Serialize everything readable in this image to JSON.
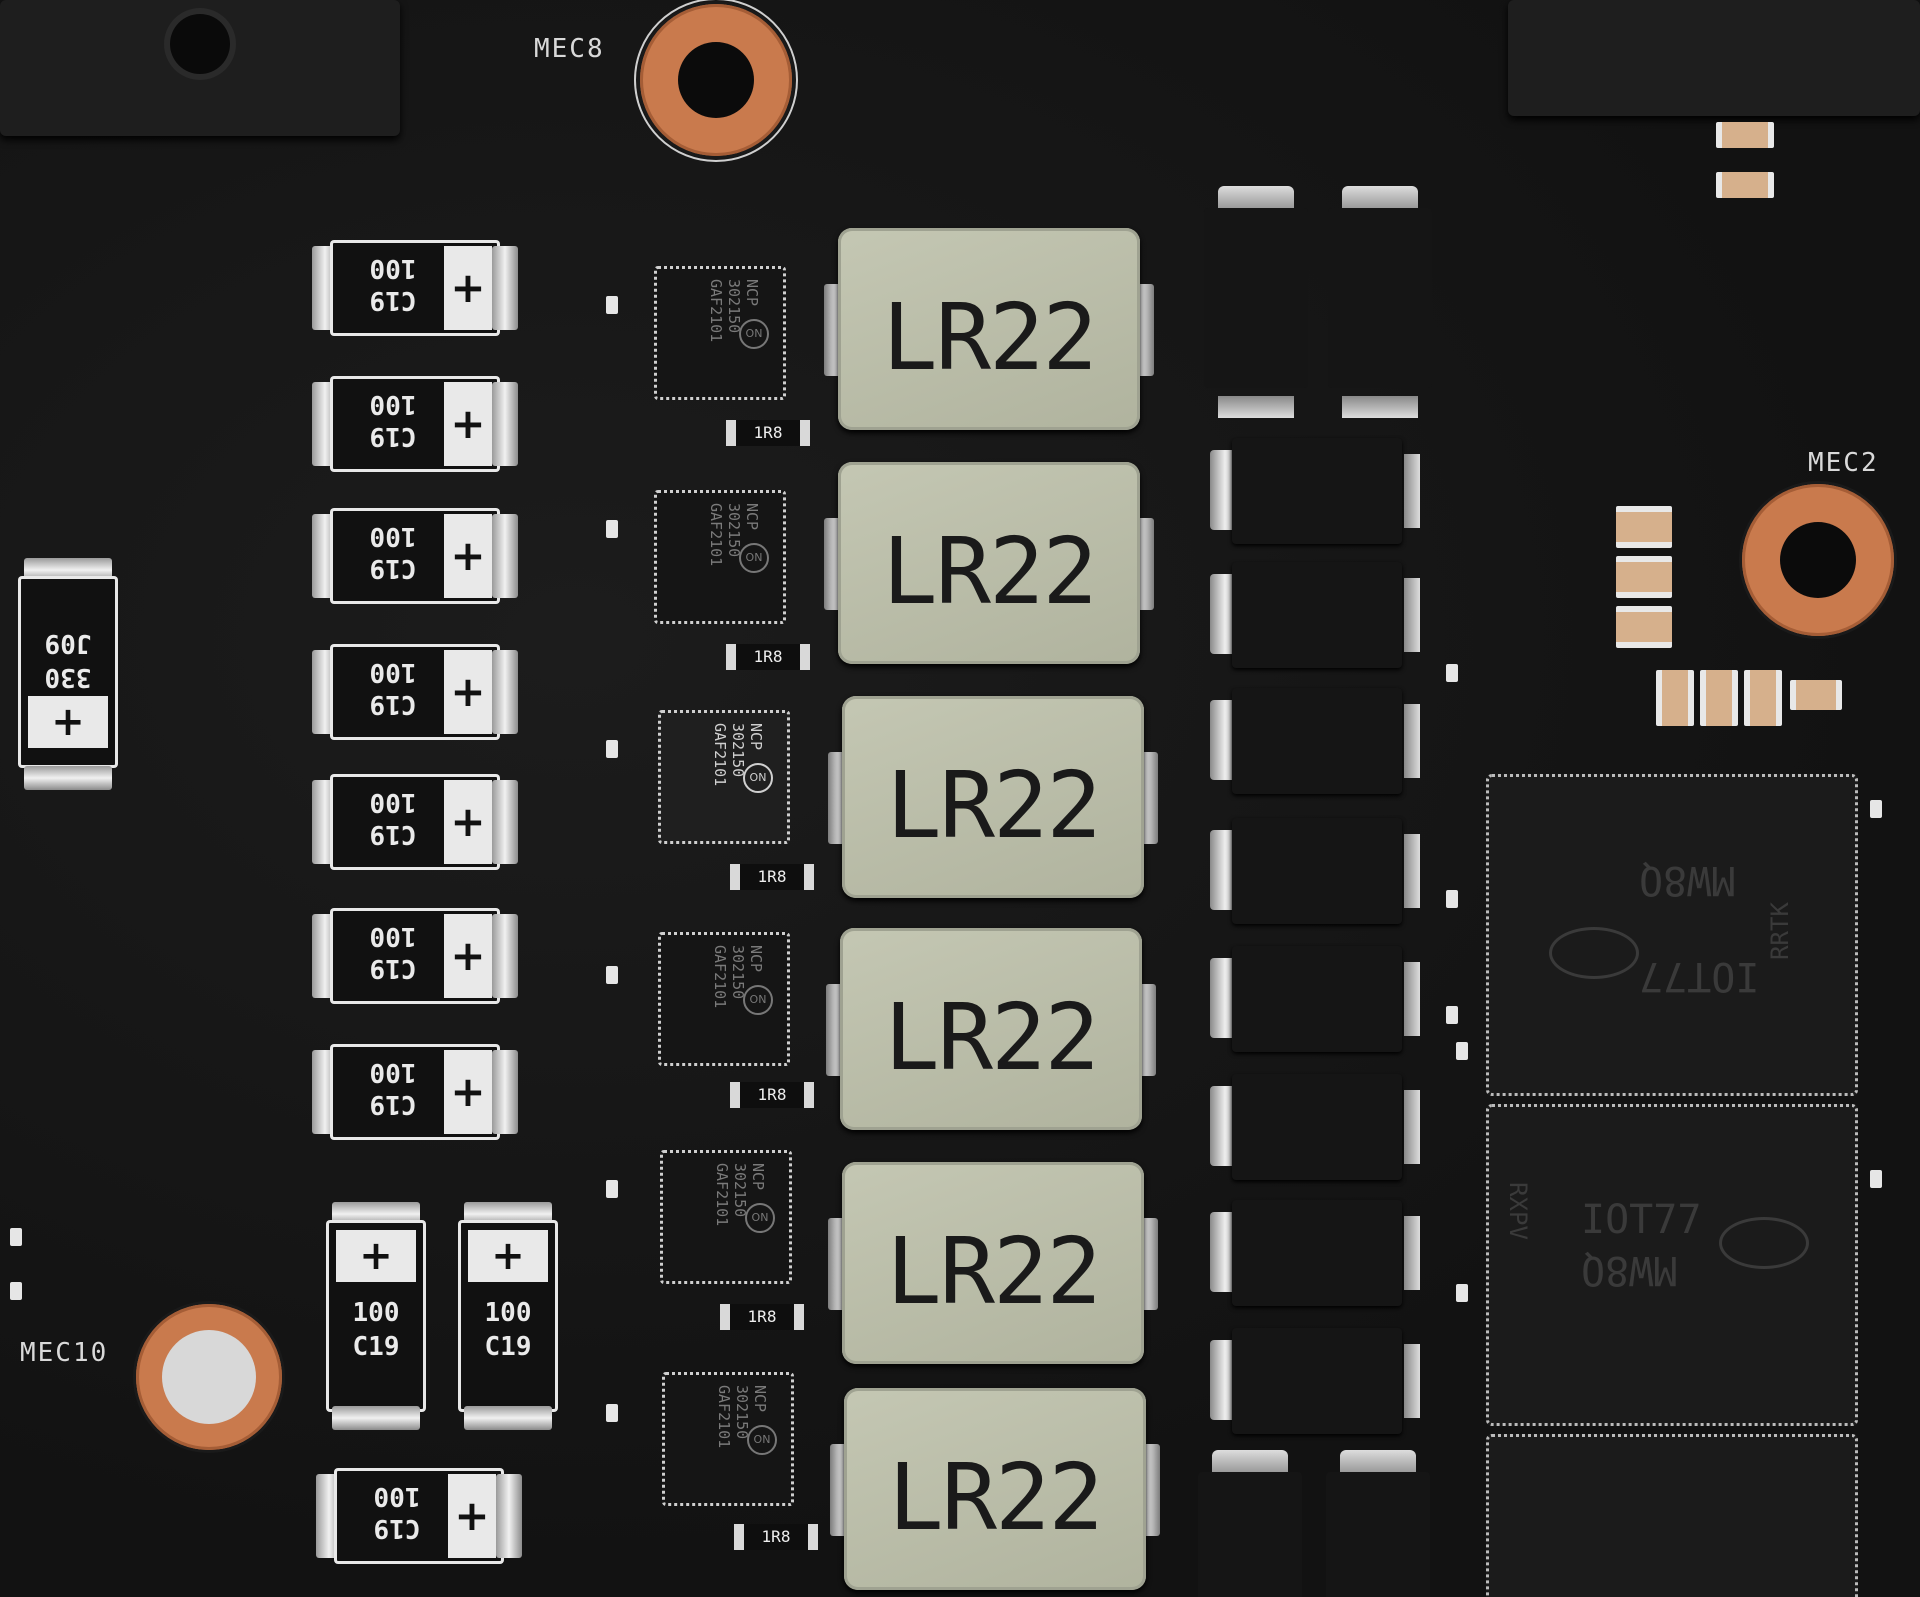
{
  "silkscreen": {
    "mec8": "MEC8",
    "mec2": "MEC2",
    "mec10": "MEC10"
  },
  "capacitor": {
    "line1": "C19",
    "line2": "100",
    "polarity": "+"
  },
  "big_capacitor": {
    "line1": "J09",
    "line2": "330",
    "polarity": "+"
  },
  "choke_label": "LR22",
  "controller": {
    "line1": "NCP",
    "line2": "302150",
    "line3": "GAF2101",
    "logo": "ON"
  },
  "resistor_label": "1R8",
  "memory": {
    "line1": "MW8Q",
    "line2": "IOT77",
    "side1": "RRTK",
    "side2": "RXPV"
  },
  "colors": {
    "pcb": "#141414",
    "choke": "#b9bca8",
    "copper": "#c97a4d",
    "cap_body": "#111111"
  }
}
